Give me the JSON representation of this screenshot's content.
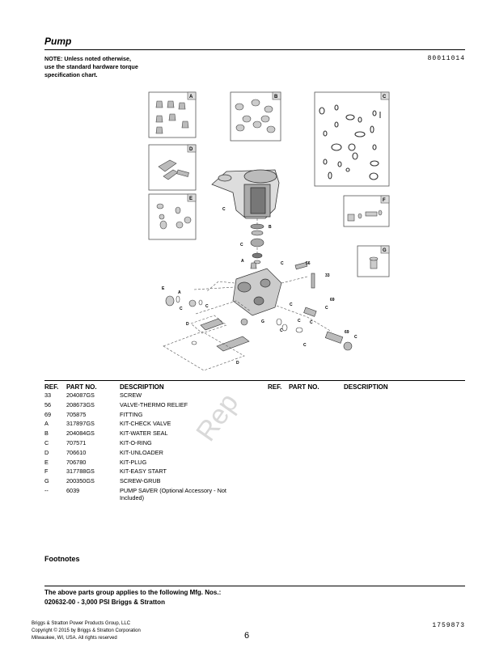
{
  "page": {
    "title": "Pump",
    "note_lines": [
      "NOTE: Unless noted otherwise,",
      "use the standard hardware torque",
      "specification chart."
    ],
    "ref_code": "80011014",
    "doc_id": "1759873",
    "page_number": "6",
    "watermark": "Rep"
  },
  "diagram": {
    "kit_boxes": [
      "A",
      "B",
      "C",
      "D",
      "E",
      "F",
      "G"
    ],
    "callouts": [
      "C",
      "B",
      "C",
      "A",
      "C",
      "56",
      "33",
      "E",
      "A",
      "C",
      "C",
      "C",
      "69",
      "C",
      "G",
      "C",
      "C",
      "C",
      "D",
      "69",
      "C",
      "C",
      "D"
    ]
  },
  "table": {
    "headers": [
      "REF.",
      "PART NO.",
      "DESCRIPTION",
      "REF.",
      "PART NO.",
      "DESCRIPTION"
    ],
    "rows": [
      {
        "ref": "33",
        "part": "204087GS",
        "desc": "SCREW"
      },
      {
        "ref": "56",
        "part": "208673GS",
        "desc": "VALVE-THERMO RELIEF"
      },
      {
        "ref": "69",
        "part": "705875",
        "desc": "FITTING"
      },
      {
        "ref": "A",
        "part": "317897GS",
        "desc": "KIT-CHECK VALVE"
      },
      {
        "ref": "B",
        "part": "204084GS",
        "desc": "KIT-WATER SEAL"
      },
      {
        "ref": "C",
        "part": "707571",
        "desc": "KIT-O-RING"
      },
      {
        "ref": "D",
        "part": "706610",
        "desc": "KIT-UNLOADER"
      },
      {
        "ref": "E",
        "part": "706780",
        "desc": "KIT-PLUG"
      },
      {
        "ref": "F",
        "part": "317788GS",
        "desc": "KIT-EASY START"
      },
      {
        "ref": "G",
        "part": "200350GS",
        "desc": "SCREW-GRUB"
      },
      {
        "ref": "--",
        "part": "6039",
        "desc": "PUMP SAVER (Optional Accessory - Not",
        "desc2": "Included)"
      }
    ]
  },
  "footer": {
    "footnotes_label": "Footnotes",
    "applies_text": "The above parts group applies to the following Mfg. Nos.:",
    "mfg_text": "020632-00 - 3,000 PSI Briggs & Stratton",
    "company_lines": [
      "Briggs & Stratton Power Products Group, LLC",
      "Copyright © 2015 by Briggs & Stratton Corporation",
      "Milwaukee, WI, USA. All rights reserved"
    ]
  }
}
